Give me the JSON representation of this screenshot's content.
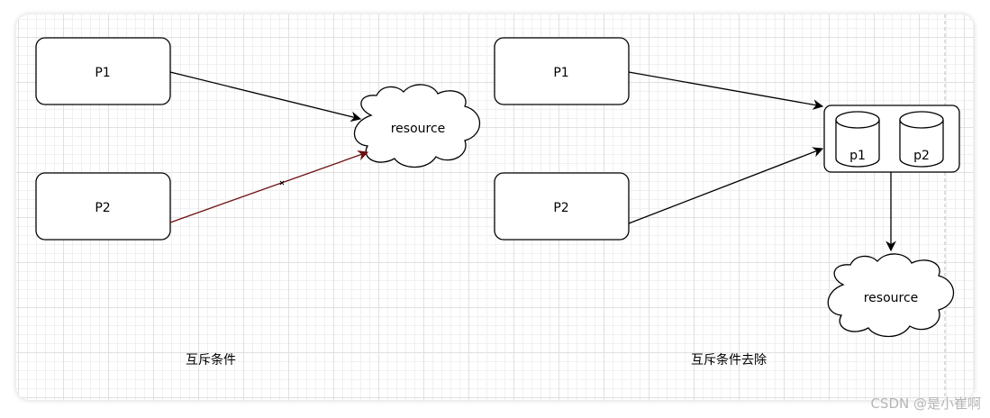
{
  "left": {
    "p1_label": "P1",
    "p2_label": "P2",
    "resource_label": "resource",
    "caption": "互斥条件"
  },
  "right": {
    "p1_label": "P1",
    "p2_label": "P2",
    "queue_item_1": "p1",
    "queue_item_2": "p2",
    "resource_label": "resource",
    "caption": "互斥条件去除"
  },
  "watermark": "CSDN @是小崔啊",
  "colors": {
    "blocked_arrow": "#6b0f0f",
    "stroke": "#000000"
  }
}
